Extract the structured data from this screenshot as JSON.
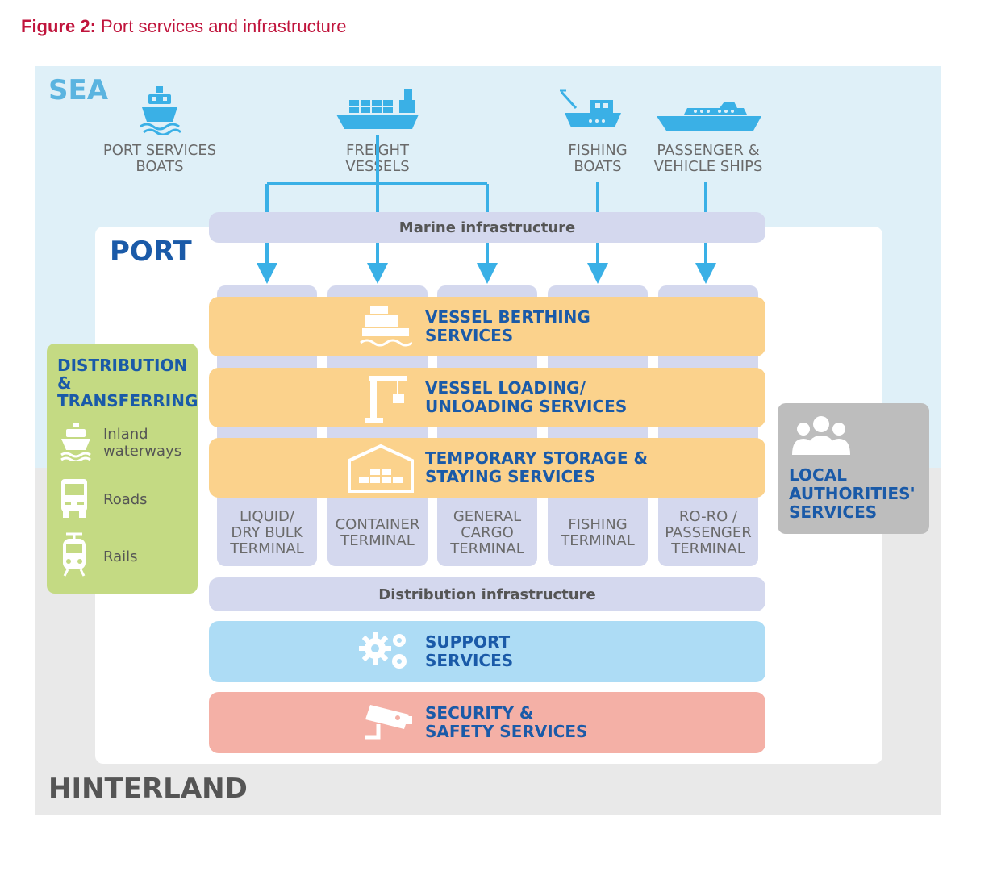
{
  "figure": {
    "prefix": "Figure 2:",
    "title": " Port services and infrastructure"
  },
  "zones": {
    "sea": "SEA",
    "port": "PORT",
    "hinterland": "HINTERLAND"
  },
  "vessels": [
    {
      "label": "PORT SERVICES\nBOATS",
      "icon": "boat-icon"
    },
    {
      "label": "FREIGHT\nVESSELS",
      "icon": "container-ship-icon"
    },
    {
      "label": "FISHING\nBOATS",
      "icon": "fishing-boat-icon"
    },
    {
      "label": "PASSENGER &\nVEHICLE SHIPS",
      "icon": "ferry-icon"
    }
  ],
  "infrastructure": {
    "marine": "Marine infrastructure",
    "distribution": "Distribution infrastructure"
  },
  "services": [
    {
      "label": "VESSEL BERTHING\nSERVICES",
      "icon": "berth-icon",
      "color": "#fbd28c"
    },
    {
      "label": "VESSEL LOADING/\nUNLOADING SERVICES",
      "icon": "crane-icon",
      "color": "#fbd28c"
    },
    {
      "label": "TEMPORARY STORAGE &\nSTAYING SERVICES",
      "icon": "warehouse-icon",
      "color": "#fbd28c"
    },
    {
      "label": "SUPPORT\nSERVICES",
      "icon": "gears-icon",
      "color": "#addcf5"
    },
    {
      "label": "SECURITY &\nSAFETY SERVICES",
      "icon": "cctv-camera-icon",
      "color": "#f4b0a6"
    }
  ],
  "terminals": [
    "LIQUID/\nDRY BULK\nTERMINAL",
    "CONTAINER\nTERMINAL",
    "GENERAL\nCARGO\nTERMINAL",
    "FISHING\nTERMINAL",
    "RO-RO /\nPASSENGER\nTERMINAL"
  ],
  "distribution": {
    "title": "DISTRIBUTION\n&\nTRANSFERRING",
    "items": [
      {
        "label": "Inland\nwaterways",
        "icon": "boat-icon"
      },
      {
        "label": "Roads",
        "icon": "truck-icon"
      },
      {
        "label": "Rails",
        "icon": "train-icon"
      }
    ]
  },
  "local_authorities": {
    "label": "LOCAL\nAUTHORITIES'\nSERVICES",
    "icon": "people-icon"
  },
  "colors": {
    "title": "#c0143c",
    "accent_blue": "#1a5aa8",
    "arrow": "#3ab0e6",
    "sea": "#dff0f8"
  }
}
